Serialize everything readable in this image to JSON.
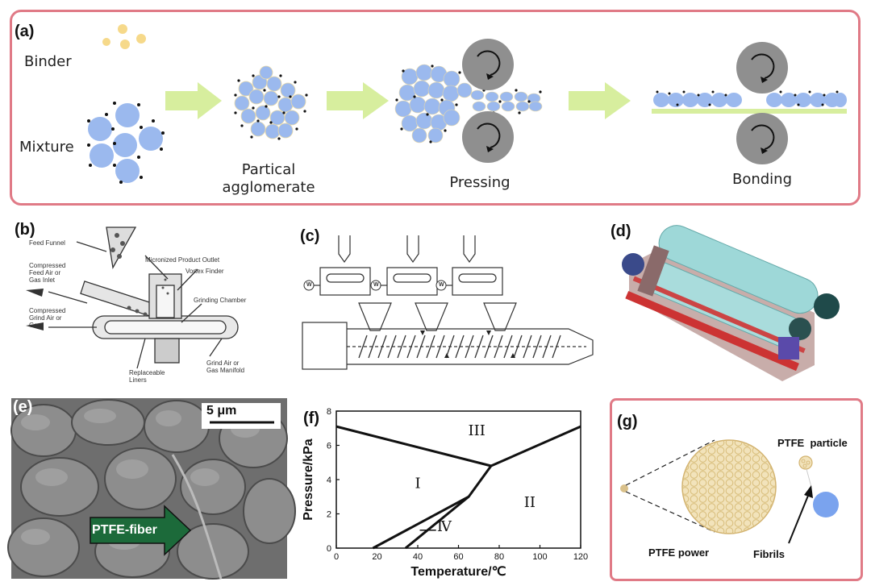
{
  "panels": {
    "a": {
      "label": "(a)",
      "binder": "Binder",
      "mixture": "Mixture",
      "step1": "Partical\nagglomerate",
      "step2": "Pressing",
      "step3": "Bonding"
    },
    "b": {
      "label": "(b)",
      "callouts": {
        "feed_funnel": "Feed Funnel",
        "compressed_feed": "Compressed\nFeed Air or\nGas Inlet",
        "compressed_grind": "Compressed\nGrind Air or\nGas",
        "micronized": "Micronized Product Outlet",
        "vortex": "Vortex Finder",
        "grinding": "Grinding Chamber",
        "liners": "Replaceable\nLiners",
        "manifold": "Grind Air or\nGas Manifold"
      }
    },
    "c": {
      "label": "(c)",
      "feeder_mark": "W"
    },
    "d": {
      "label": "(d)"
    },
    "e": {
      "label": "(e)",
      "scale": "5 μm",
      "arrow_text": "PTFE-fiber"
    },
    "f": {
      "label": "(f)"
    },
    "g": {
      "label": "(g)",
      "particle": "PTFE  particle",
      "power": "PTFE power",
      "fibrils": "Fibrils"
    }
  },
  "colors": {
    "frame": "#e07a86",
    "blue": "#9bb9ee",
    "arrow": "#d7ee9e",
    "roller": "#8f8f8f",
    "gold": "#e0c37a"
  },
  "chart_data": {
    "type": "line",
    "xlabel": "Temperature/℃",
    "ylabel": "Pressure/kPa",
    "xlim": [
      0,
      120
    ],
    "ylim": [
      0,
      8
    ],
    "xticks": [
      0,
      20,
      40,
      60,
      80,
      100,
      120
    ],
    "yticks": [
      0,
      2,
      4,
      6,
      8
    ],
    "series": [
      {
        "x": [
          0,
          76
        ],
        "y": [
          7.1,
          4.8
        ]
      },
      {
        "x": [
          76,
          120
        ],
        "y": [
          4.8,
          7.1
        ]
      },
      {
        "x": [
          76,
          65,
          18
        ],
        "y": [
          4.8,
          3.0,
          0
        ]
      },
      {
        "x": [
          65,
          34
        ],
        "y": [
          3.0,
          0
        ]
      }
    ],
    "region_labels": [
      {
        "text": "III",
        "x": 69,
        "y": 6.6
      },
      {
        "text": "I",
        "x": 40,
        "y": 3.5
      },
      {
        "text": "II",
        "x": 95,
        "y": 2.4
      },
      {
        "text": "Ⅳ",
        "x": 53,
        "y": 1.0
      }
    ],
    "grid": false
  }
}
